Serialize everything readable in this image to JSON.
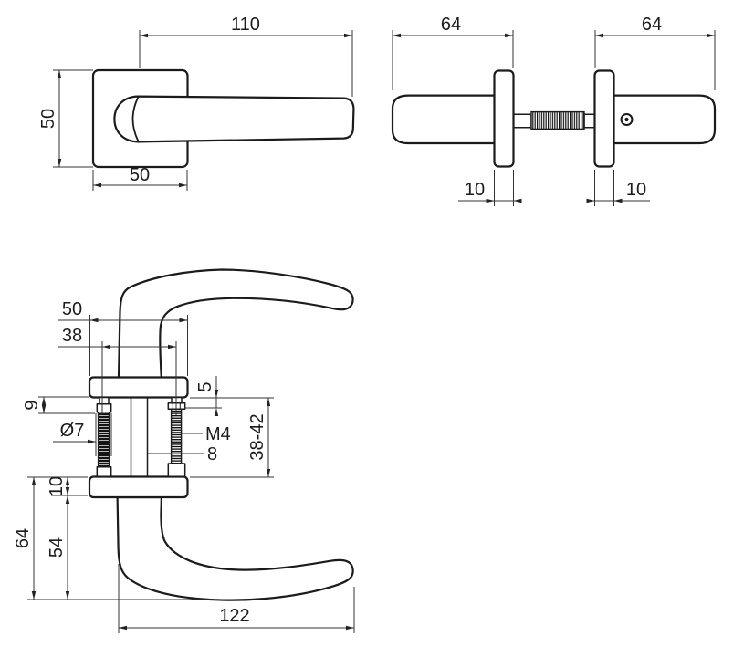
{
  "views": {
    "top_view": {
      "lever_length": "110",
      "rose_height": "50",
      "rose_width": "50"
    },
    "side_view": {
      "left_projection": "64",
      "right_projection": "64",
      "left_rose_thickness": "10",
      "right_rose_thickness": "10"
    },
    "front_view": {
      "rose_width": "50",
      "screw_spacing": "38",
      "bolt_length": "9",
      "bolt_diameter": "Ø7",
      "screw_head": "5",
      "thread": "M4",
      "spindle": "8",
      "door_thickness": "38-42",
      "rose_thickness": "10",
      "lever_drop": "54",
      "total_height": "64",
      "lever_length": "122"
    }
  },
  "colors": {
    "line": "#1b1b1b",
    "dimension": "#333333",
    "background": "#ffffff"
  }
}
